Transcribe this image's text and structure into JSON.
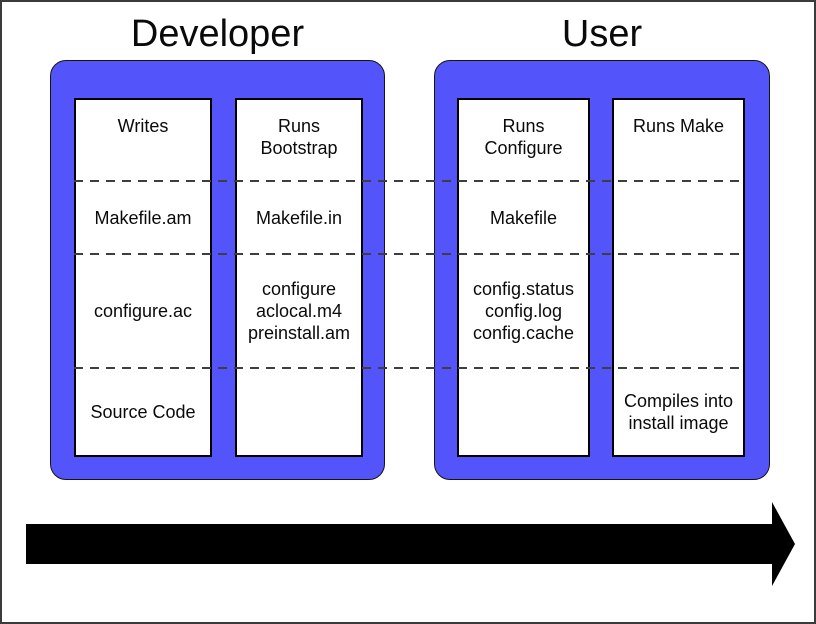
{
  "titles": {
    "developer": "Developer",
    "user": "User"
  },
  "colors": {
    "panel": "#5355fb",
    "panel-border": "#141414",
    "box-border": "#000000",
    "dash": "#3e3e3e",
    "arrow": "#000000",
    "page-border": "#3b3b3b"
  },
  "columns": {
    "writes": {
      "cells": [
        "Writes",
        "Makefile.am",
        "configure.ac",
        "Source Code"
      ]
    },
    "bootstrap": {
      "cells": [
        "Runs\nBootstrap",
        "Makefile.in",
        "configure\naclocal.m4\npreinstall.am",
        ""
      ]
    },
    "configure": {
      "cells": [
        "Runs\nConfigure",
        "Makefile",
        "config.status\nconfig.log\nconfig.cache",
        ""
      ]
    },
    "make": {
      "cells": [
        "Runs Make",
        "",
        "",
        "Compiles into\ninstall image"
      ]
    }
  },
  "arrow": {
    "direction": "right"
  }
}
